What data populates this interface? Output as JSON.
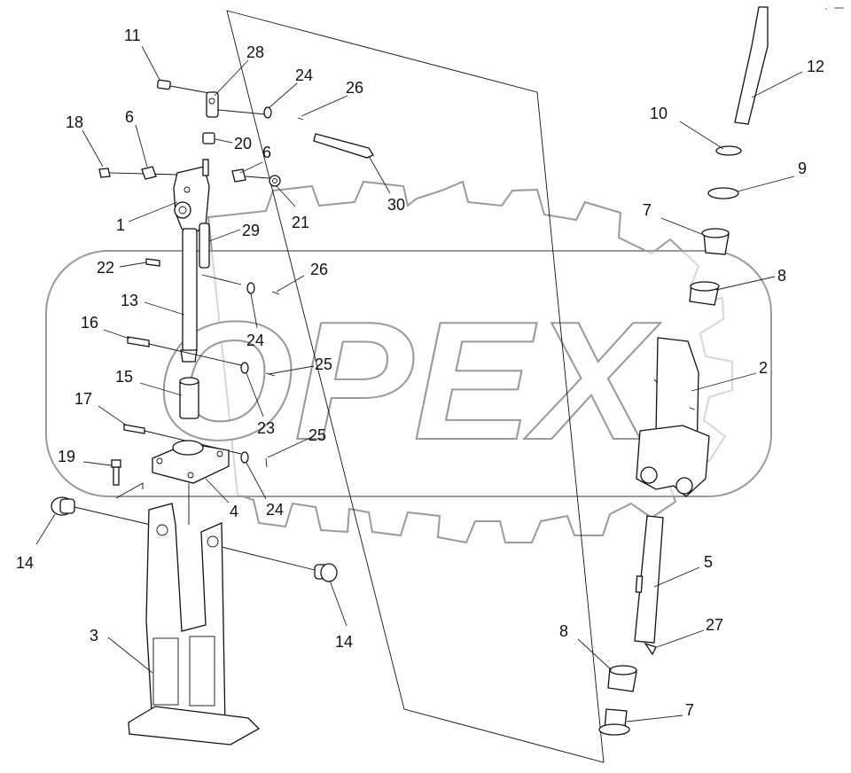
{
  "corner_mark": "ₒ⁻ ═══",
  "watermark": {
    "text": "OPEX"
  },
  "callouts": [
    {
      "id": "c11a",
      "label": "11"
    },
    {
      "id": "c28",
      "label": "28"
    },
    {
      "id": "c24a",
      "label": "24"
    },
    {
      "id": "c26a",
      "label": "26"
    },
    {
      "id": "c18",
      "label": "18"
    },
    {
      "id": "c6a",
      "label": "6"
    },
    {
      "id": "c20",
      "label": "20"
    },
    {
      "id": "c6b",
      "label": "6"
    },
    {
      "id": "c21",
      "label": "21"
    },
    {
      "id": "c30",
      "label": "30"
    },
    {
      "id": "c1",
      "label": "1"
    },
    {
      "id": "c29",
      "label": "29"
    },
    {
      "id": "c22",
      "label": "22"
    },
    {
      "id": "c26b",
      "label": "26"
    },
    {
      "id": "c13",
      "label": "13"
    },
    {
      "id": "c24b",
      "label": "24"
    },
    {
      "id": "c16",
      "label": "16"
    },
    {
      "id": "c25a",
      "label": "25"
    },
    {
      "id": "c15",
      "label": "15"
    },
    {
      "id": "c23",
      "label": "23"
    },
    {
      "id": "c17",
      "label": "17"
    },
    {
      "id": "c25b",
      "label": "25"
    },
    {
      "id": "c19",
      "label": "19"
    },
    {
      "id": "c4",
      "label": "4"
    },
    {
      "id": "c24c",
      "label": "24"
    },
    {
      "id": "c14a",
      "label": "14"
    },
    {
      "id": "c14b",
      "label": "14"
    },
    {
      "id": "c3",
      "label": "3"
    },
    {
      "id": "c12",
      "label": "12"
    },
    {
      "id": "c10",
      "label": "10"
    },
    {
      "id": "c9",
      "label": "9"
    },
    {
      "id": "c7a",
      "label": "7"
    },
    {
      "id": "c8a",
      "label": "8"
    },
    {
      "id": "c2",
      "label": "2"
    },
    {
      "id": "c5",
      "label": "5"
    },
    {
      "id": "c27",
      "label": "27"
    },
    {
      "id": "c8b",
      "label": "8"
    },
    {
      "id": "c7b",
      "label": "7"
    }
  ]
}
